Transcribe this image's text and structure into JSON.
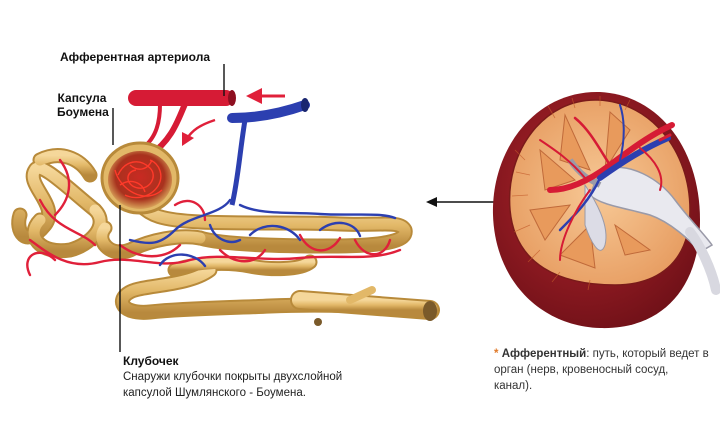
{
  "labels": {
    "afferent_arteriole": "Афферентная артериола",
    "bowman_capsule": "Капсула Боумена",
    "glomerulus_title": "Клубочек",
    "glomerulus_description": "Снаружи клубочки покрыты двухслойной капсулой Шумлянского - Боумена."
  },
  "definition": {
    "marker": "*",
    "term": "Афферентный",
    "text": ": путь, который ведет в орган (нерв, кровеносный сосуд, канал)."
  },
  "colors": {
    "artery": "#e0203a",
    "vein": "#2c3fb0",
    "tubule": "#e2b868",
    "tubule_edge": "#b88a3a",
    "kidney_cortex": "#8e1a22",
    "kidney_medulla": "#f0b37a",
    "arrow": "#e0203a"
  },
  "icons": [
    "flow-arrow-icon",
    "pointer-arrow-icon",
    "asterisk-icon"
  ]
}
